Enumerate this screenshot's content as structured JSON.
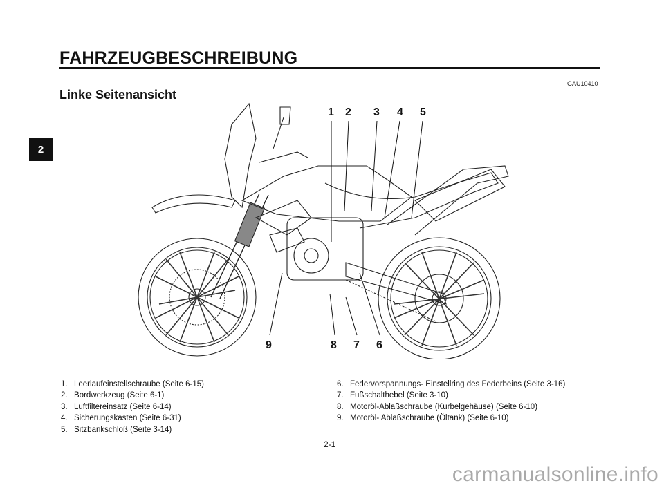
{
  "header": {
    "title": "FAHRZEUGBESCHREIBUNG",
    "code": "GAU10410",
    "subtitle": "Linke Seitenansicht"
  },
  "chapter_tab": "2",
  "illustration": {
    "description": "motorcycle-left-side-view",
    "callouts_top": [
      "1",
      "2",
      "3",
      "4",
      "5"
    ],
    "callouts_bottom": [
      "9",
      "8",
      "7",
      "6"
    ]
  },
  "legend_left": [
    {
      "num": "1.",
      "text": "Leerlaufeinstellschraube (Seite 6-15)"
    },
    {
      "num": "2.",
      "text": "Bordwerkzeug (Seite 6-1)"
    },
    {
      "num": "3.",
      "text": "Luftfiltereinsatz (Seite 6-14)"
    },
    {
      "num": "4.",
      "text": "Sicherungskasten (Seite 6-31)"
    },
    {
      "num": "5.",
      "text": "Sitzbankschloß (Seite 3-14)"
    }
  ],
  "legend_right": [
    {
      "num": "6.",
      "text": "Federvorspannungs- Einstellring des Federbeins (Seite 3-16)"
    },
    {
      "num": "7.",
      "text": "Fußschalthebel (Seite 3-10)"
    },
    {
      "num": "8.",
      "text": "Motoröl-Ablaßschraube (Kurbelgehäuse) (Seite 6-10)"
    },
    {
      "num": "9.",
      "text": "Motoröl- Ablaßschraube (Öltank) (Seite 6-10)"
    }
  ],
  "page_number": "2-1",
  "watermark": "carmanualsonline.info"
}
